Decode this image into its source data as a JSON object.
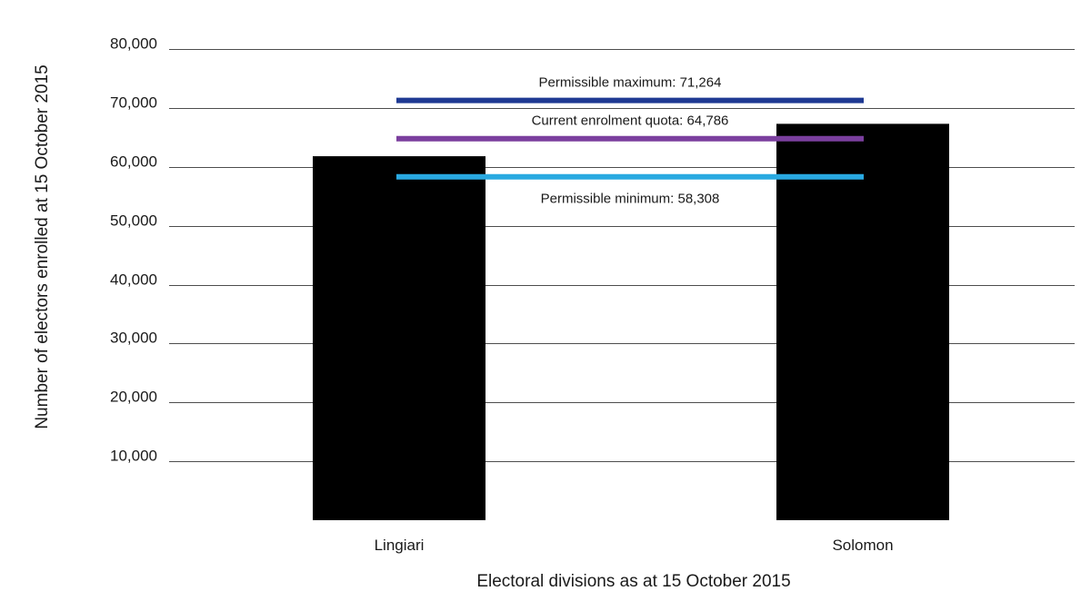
{
  "chart_data": {
    "type": "bar",
    "categories": [
      "Lingiari",
      "Solomon"
    ],
    "values": [
      61800,
      67300
    ],
    "bar_color": "#000000",
    "xlabel": "Electoral divisions as at 15 October 2015",
    "ylabel": "Number of electors enrolled at 15 October 2015",
    "ylim": [
      0,
      80000
    ],
    "yticks": [
      10000,
      20000,
      30000,
      40000,
      50000,
      60000,
      70000,
      80000
    ],
    "ytick_labels": [
      "10,000",
      "20,000",
      "30,000",
      "40,000",
      "50,000",
      "60,000",
      "70,000",
      "80,000"
    ],
    "grid": true,
    "reference_lines": [
      {
        "label": "Permissible maximum: 71,264",
        "value": 71264,
        "color": "#1f3a93",
        "label_position": "above"
      },
      {
        "label": "Current enrolment quota: 64,786",
        "value": 64786,
        "color": "#7b3f9e",
        "label_position": "above"
      },
      {
        "label": "Permissible minimum: 58,308",
        "value": 58308,
        "color": "#29a9e1",
        "label_position": "below"
      }
    ]
  }
}
